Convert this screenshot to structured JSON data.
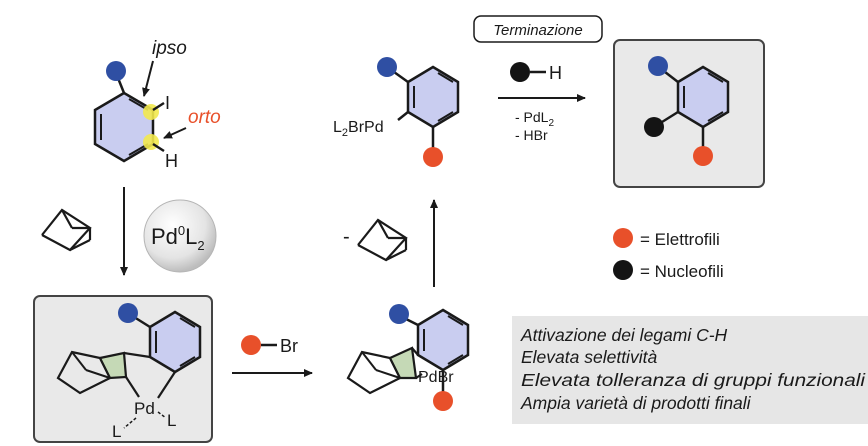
{
  "termination": {
    "label": "Terminazione"
  },
  "start": {
    "ipso": "ipso",
    "orto": "orto",
    "iodine": "I",
    "hydrogen": "H"
  },
  "catalyst": {
    "pd": "Pd",
    "sup": "0",
    "l": "L",
    "sub": "2"
  },
  "intermediate1": {
    "pd": "Pd",
    "l1": "L",
    "l2": "L"
  },
  "reagent_br": {
    "label": "Br"
  },
  "intermediate2": {
    "pdbr": "PdBr"
  },
  "intermediate3": {
    "l2": "L",
    "sub": "2",
    "brpd": "BrPd"
  },
  "minus_norbornene": {
    "sign": "-"
  },
  "reaction_top": {
    "h": "H",
    "minus_pdl2": "- PdL",
    "minus_pdl2_sub": "2",
    "minus_hbr": "- HBr"
  },
  "legend": {
    "electrophiles": "= Elettrofili",
    "nucleophiles": "= Nucleofili"
  },
  "features": [
    "Attivazione dei legami C-H",
    "Elevata selettività",
    "Elevata tolleranza di gruppi funzionali",
    "Ampia varietà di prodotti finali"
  ],
  "colors": {
    "blue": "#2f4fa3",
    "red": "#e8502a",
    "black": "#141414",
    "ring_fill": "#c9cdf0",
    "highlight": "#f2e94e",
    "orto": "#e8502a"
  }
}
